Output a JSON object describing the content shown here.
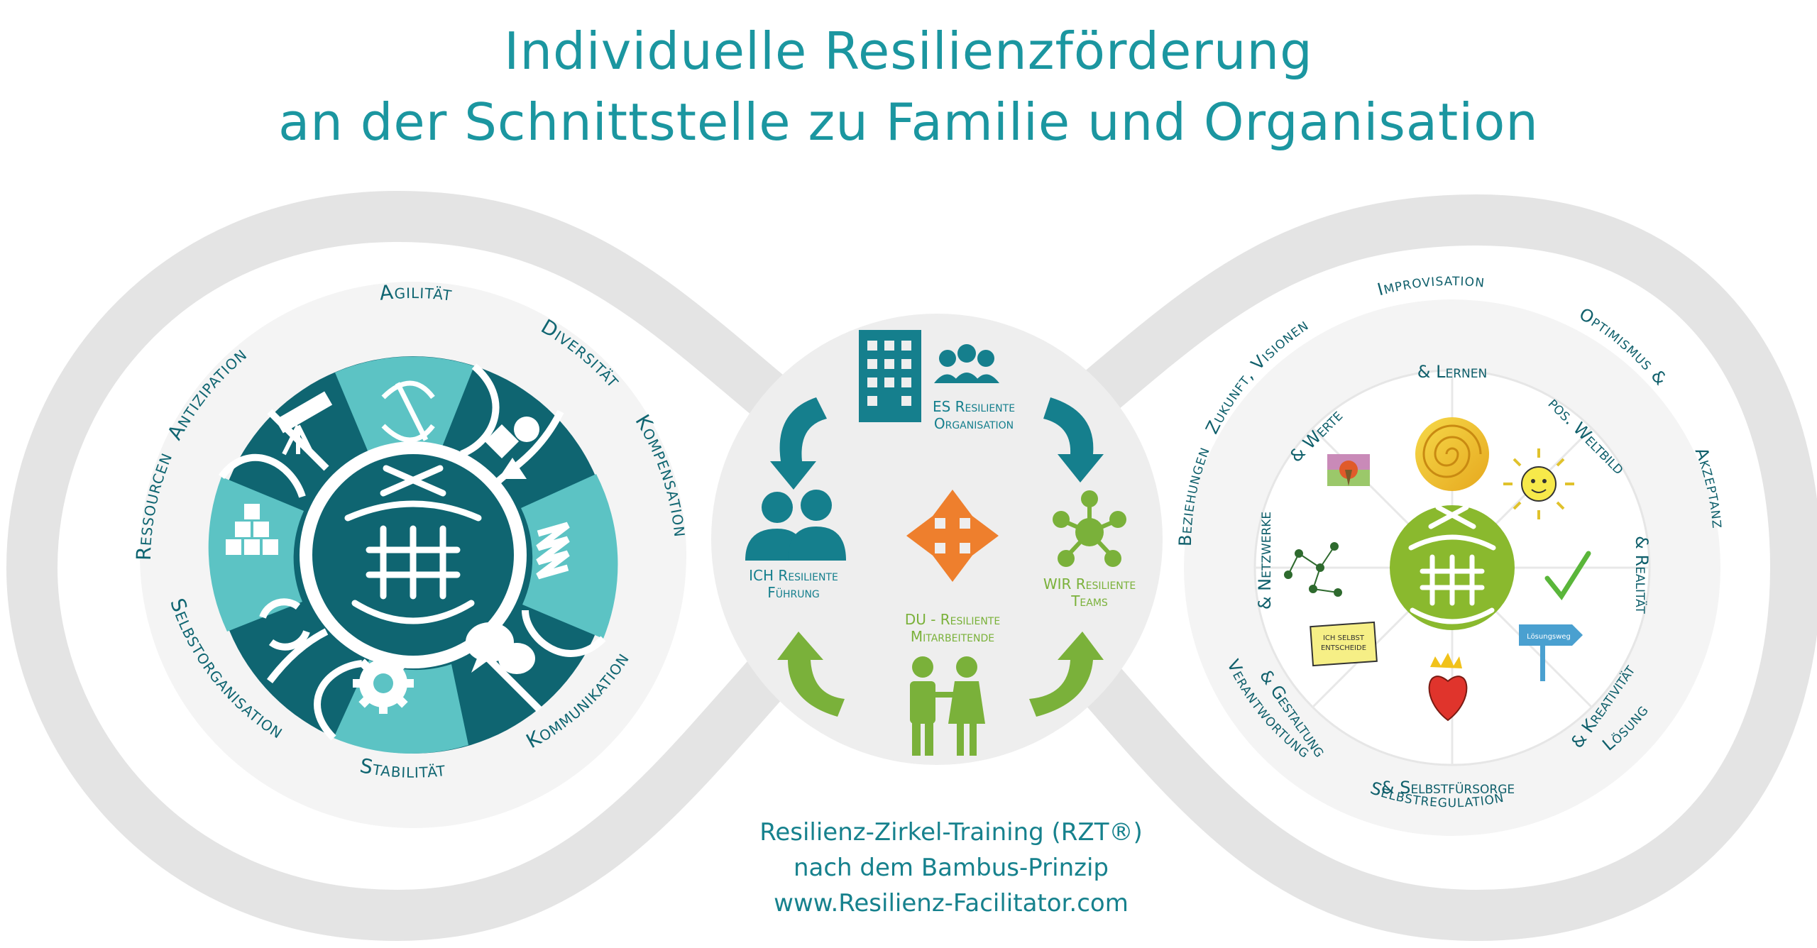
{
  "title": {
    "line1": "Individuelle Resilienzförderung",
    "line2": "an der Schnittstelle zu Familie und Organisation"
  },
  "left_wheel": {
    "labels": {
      "agilitaet": "Agilität",
      "diversitaet": "Diversität",
      "kompensation": "Kompensation",
      "kommunikation": "Kommunikation",
      "stabilitaet": "Stabilität",
      "selbstorganisation": "Selbstorganisation",
      "ressourcen": "Ressourcen",
      "antizipation": "Antizipation"
    },
    "colors": {
      "dark": "#0f6571",
      "light": "#5cc3c4",
      "ring": "#ebebeb"
    }
  },
  "center": {
    "es_line1": "ES Resiliente",
    "es_line2": "Organisation",
    "ich_line1": "ICH Resiliente",
    "ich_line2": "Führung",
    "wir_line1": "WIR Resiliente",
    "wir_line2": "Teams",
    "du_line1": "DU - Resiliente",
    "du_line2": "Mitarbeitende",
    "colors": {
      "teal": "#157f8d",
      "green": "#7ab13a",
      "orange": "#ee7f2d"
    }
  },
  "right_wheel": {
    "labels": {
      "improvisation_1": "Improvisation",
      "improvisation_2": "& Lernen",
      "optimismus_1": "Optimismus &",
      "optimismus_2": "pos. Weltbild",
      "akzeptanz_1": "Akzeptanz",
      "akzeptanz_2": "& Realität",
      "loesung_1": "Lösung",
      "loesung_2": "& Kreativität",
      "selbstreg_1": "Selbstregulation",
      "selbstreg_2": "& Selbstfürsorge",
      "verantwortung_1": "Verantwortung",
      "verantwortung_2": "& Gestaltung",
      "beziehungen_1": "Beziehungen",
      "beziehungen_2": "& Netzwerke",
      "zukunft_1": "Zukunft, Visionen",
      "zukunft_2": "& Werte"
    },
    "note_text_1": "ICH SELBST",
    "note_text_2": "ENTSCHEIDE",
    "sign_text": "Lösungsweg",
    "colors": {
      "green": "#8ab92e"
    }
  },
  "footer": {
    "line1": "Resilienz-Zirkel-Training (RZT®)",
    "line2": "nach dem Bambus-Prinzip",
    "line3": "www.Resilienz-Facilitator.com"
  }
}
